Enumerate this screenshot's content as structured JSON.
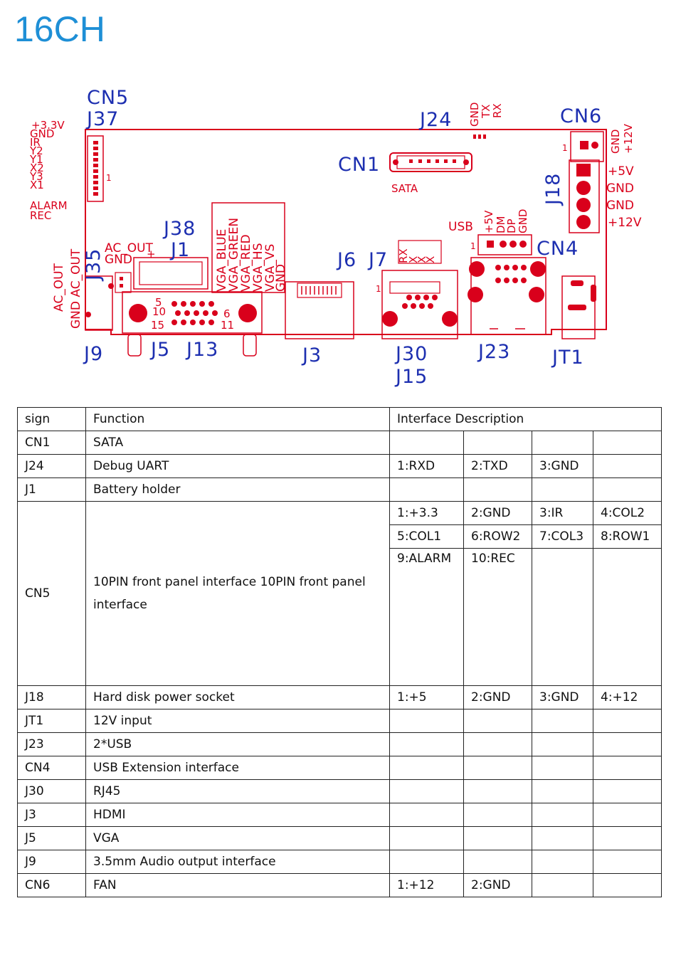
{
  "page": {
    "title": "16CH"
  },
  "colors": {
    "title": "#1e8fd6",
    "designator": "#1d2fb0",
    "board": "#d9001b"
  },
  "board": {
    "designators": {
      "cn5": "CN5",
      "j37": "J37",
      "j24": "J24",
      "cn6": "CN6",
      "cn1": "CN1",
      "j18": "J18",
      "cn4": "CN4",
      "j38": "J38",
      "j1": "J1",
      "j35": "J35",
      "j6": "J6",
      "j7": "J7",
      "j9": "J9",
      "j5": "J5",
      "j13": "J13",
      "j3": "J3",
      "j30": "J30",
      "j15": "J15",
      "j23": "J23",
      "jt1": "JT1"
    },
    "labels": {
      "sata": "SATA",
      "usb": "USB",
      "ac_out": "AC_OUT",
      "gnd": "GND",
      "plus": "+",
      "gnd_ac_out": "GND AC_OUT",
      "ac_out_vert": "AC_OUT",
      "cn5_pins": [
        "+3.3V",
        "GND",
        "IR",
        "Y2",
        "Y1",
        "X2",
        "Y3",
        "X1",
        "ALARM",
        "REC"
      ],
      "j24_pins": [
        "GND",
        "TX",
        "RX"
      ],
      "cn6_pins": [
        "GND",
        "+12V"
      ],
      "j18_pins": [
        "+5V",
        "GND",
        "GND",
        "+12V"
      ],
      "cn4_pins": [
        "+5V",
        "DM",
        "DP",
        "GND"
      ],
      "vga_pins": [
        "VGA_BLUE",
        "VGA_GREEN",
        "VGA_RED",
        "VGA_HS",
        "VGA_VS",
        "GND"
      ],
      "j6_pins": [
        "RX",
        "X",
        "X",
        "X"
      ],
      "pin_one": "1",
      "vga_5": "5",
      "vga_10": "10",
      "vga_15": "15",
      "vga_6": "6",
      "vga_11": "11"
    }
  },
  "table": {
    "headers": [
      "sign",
      "Function",
      "Interface Description"
    ],
    "rows": [
      {
        "sign": "CN1",
        "function": "SATA",
        "pins": [
          [
            "",
            "",
            "",
            ""
          ]
        ]
      },
      {
        "sign": "J24",
        "function": "Debug UART",
        "pins": [
          [
            "1:RXD",
            "2:TXD",
            "3:GND",
            ""
          ]
        ]
      },
      {
        "sign": "J1",
        "function": "Battery holder",
        "pins": [
          [
            "",
            "",
            "",
            ""
          ]
        ]
      },
      {
        "sign": "CN5",
        "function": "10PIN front panel interface 10PIN front panel interface",
        "pins": [
          [
            "1:+3.3",
            "2:GND",
            "3:IR",
            "4:COL2"
          ],
          [
            "5:COL1",
            "6:ROW2",
            "7:COL3",
            "8:ROW1"
          ],
          [
            "9:ALARM",
            "10:REC",
            "",
            ""
          ]
        ]
      },
      {
        "sign": "J18",
        "function": "Hard disk power socket",
        "pins": [
          [
            "1:+5",
            "2:GND",
            "3:GND",
            "4:+12"
          ]
        ]
      },
      {
        "sign": "JT1",
        "function": "12V input",
        "pins": [
          [
            "",
            "",
            "",
            ""
          ]
        ]
      },
      {
        "sign": "J23",
        "function": "2*USB",
        "pins": [
          [
            "",
            "",
            "",
            ""
          ]
        ]
      },
      {
        "sign": "CN4",
        "function": "USB Extension interface",
        "pins": [
          [
            "",
            "",
            "",
            ""
          ]
        ]
      },
      {
        "sign": "J30",
        "function": "RJ45",
        "pins": [
          [
            "",
            "",
            "",
            ""
          ]
        ]
      },
      {
        "sign": "J3",
        "function": "HDMI",
        "pins": [
          [
            "",
            "",
            "",
            ""
          ]
        ]
      },
      {
        "sign": "J5",
        "function": "VGA",
        "pins": [
          [
            "",
            "",
            "",
            ""
          ]
        ]
      },
      {
        "sign": "J9",
        "function": "3.5mm Audio output interface",
        "pins": [
          [
            "",
            "",
            "",
            ""
          ]
        ]
      },
      {
        "sign": "CN6",
        "function": "FAN",
        "pins": [
          [
            "1:+12",
            "2:GND",
            "",
            ""
          ]
        ]
      }
    ]
  }
}
